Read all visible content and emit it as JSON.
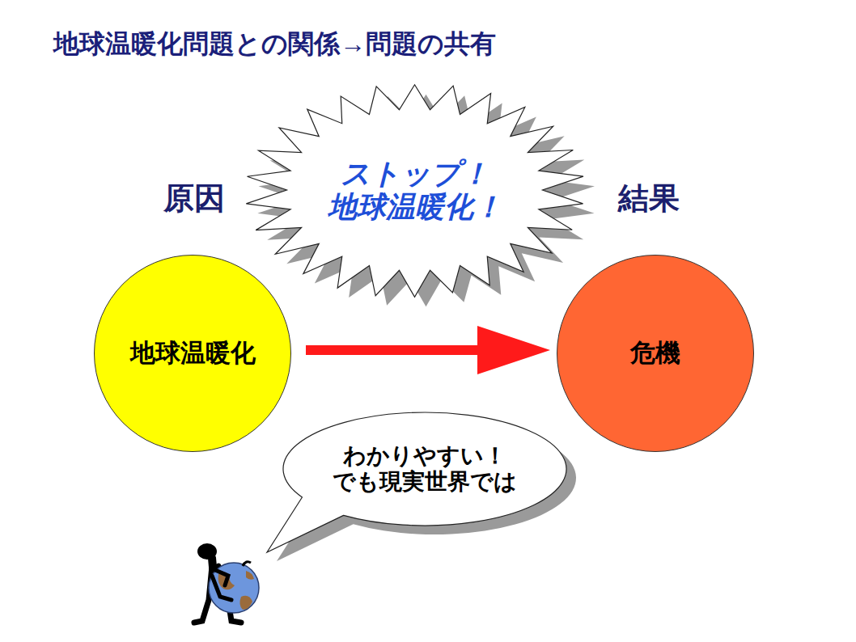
{
  "diagram": {
    "title": "地球温暖化問題との関係→問題の共有",
    "nodes": [
      {
        "text": [
          "ストップ！ 地球温暖化！"
        ]
      },
      {
        "text": [
          "地球温暖化"
        ]
      },
      {
        "text": [
          "危機"
        ]
      },
      {
        "text": [
          "わかりやすい！ でも現実世界では"
        ]
      }
    ],
    "edges": [
      {
        "from": 1,
        "to": 2,
        "arrow": "to"
      }
    ],
    "labels": [
      "原因",
      "結果"
    ]
  }
}
